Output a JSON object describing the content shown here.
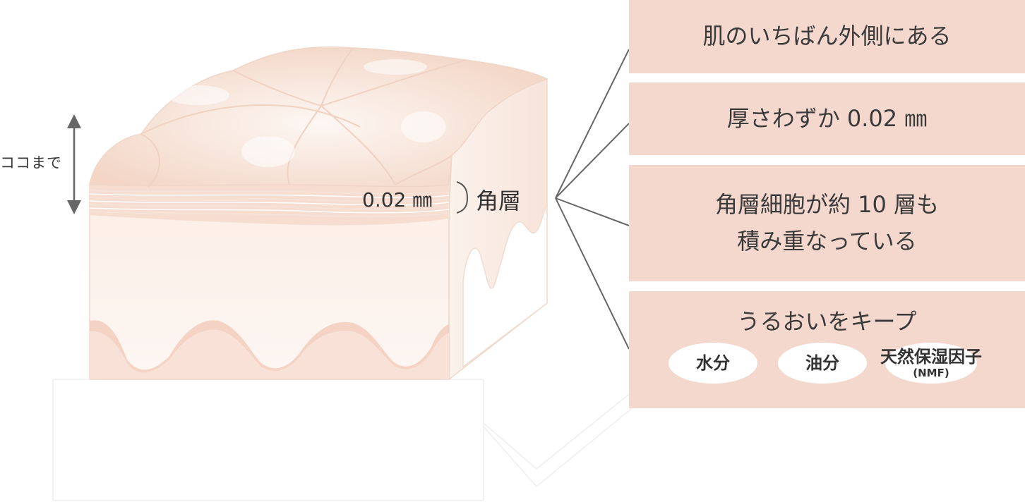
{
  "diagram": {
    "height_marker": "ココまで",
    "thickness_label": "0.02 ㎜",
    "layer_label": "角層"
  },
  "panels": [
    {
      "lines": [
        "肌のいちばん外側にある"
      ]
    },
    {
      "lines": [
        "厚さわずか 0.02 ㎜"
      ]
    },
    {
      "lines": [
        "角層細胞が約 10 層も",
        "積み重なっている"
      ]
    },
    {
      "lines": [
        "うるおいをキープ"
      ]
    }
  ],
  "moisture_factors": {
    "water": "水分",
    "oil": "油分",
    "nmf": "天然保湿因子",
    "nmf_abbr": "(NMF)"
  },
  "colors": {
    "panel_bg": "#f4d8ce",
    "skin_top": "#f6dccd",
    "skin_side": "#f8ebe3",
    "dermis": "#f2cfbf",
    "arrow": "#666666"
  }
}
